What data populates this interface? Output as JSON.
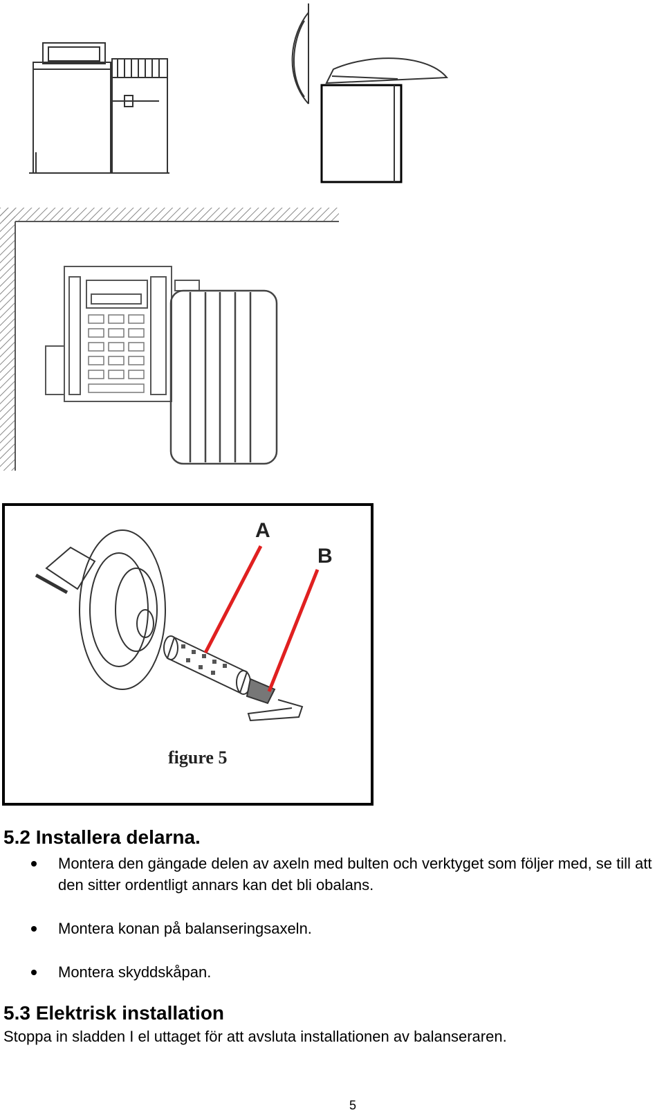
{
  "figures": {
    "figure5": {
      "label_a": "A",
      "label_b": "B",
      "caption": "figure 5",
      "arrow_color": "#e02020"
    }
  },
  "section_52": {
    "heading": "5.2 Installera delarna.",
    "bullets": [
      "Montera den gängade delen av axeln med bulten och verktyget som följer med, se till att den sitter ordentligt annars kan det bli obalans.",
      "Montera konan på balanseringsaxeln.",
      "Montera skyddskåpan."
    ]
  },
  "section_53": {
    "heading": "5.3 Elektrisk installation",
    "text": "Stoppa in sladden I el uttaget för att avsluta installationen av balanseraren."
  },
  "page_number": "5"
}
